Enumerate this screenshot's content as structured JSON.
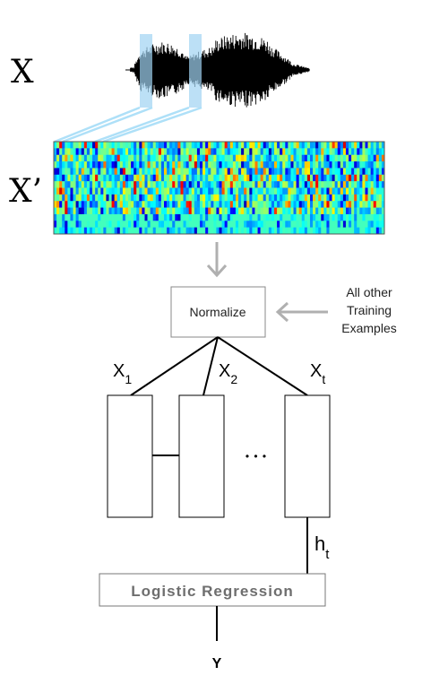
{
  "labels": {
    "input_signal": "X",
    "spectrogram": "X’",
    "normalize": "Normalize",
    "other_examples_line1": "All other",
    "other_examples_line2": "Training",
    "other_examples_line3": "Examples",
    "x1_base": "X",
    "x1_sub": "1",
    "x2_base": "X",
    "x2_sub": "2",
    "xt_base": "X",
    "xt_sub": "t",
    "ellipsis": "• • •",
    "hidden_base": "h",
    "hidden_sub": "t",
    "logistic_regression": "Logistic Regression",
    "output": "Y"
  },
  "colors": {
    "highlight": "#9fd3f2",
    "arrow_gray": "#b0b0b0",
    "box_border": "#888888",
    "lr_text": "#6e6e6e"
  }
}
